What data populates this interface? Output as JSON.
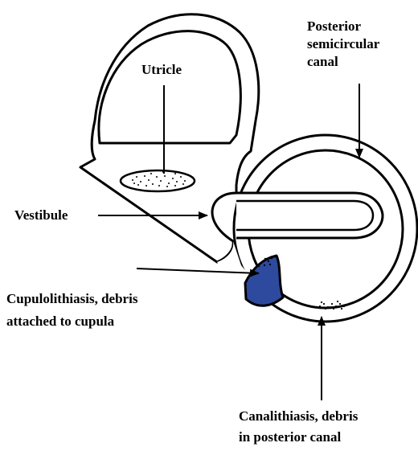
{
  "labels": {
    "utricle": "Utricle",
    "posterior_canal": [
      "Posterior",
      "semicircular",
      "canal"
    ],
    "vestibule": "Vestibule",
    "cupulolithiasis": [
      "Cupulolithiasis, debris",
      "attached to cupula"
    ],
    "canalithiasis": [
      "Canalithiasis, debris",
      "in posterior canal"
    ]
  },
  "colors": {
    "outline": "#000000",
    "cupula_fill": "#2e4a9e",
    "background": "#ffffff"
  }
}
